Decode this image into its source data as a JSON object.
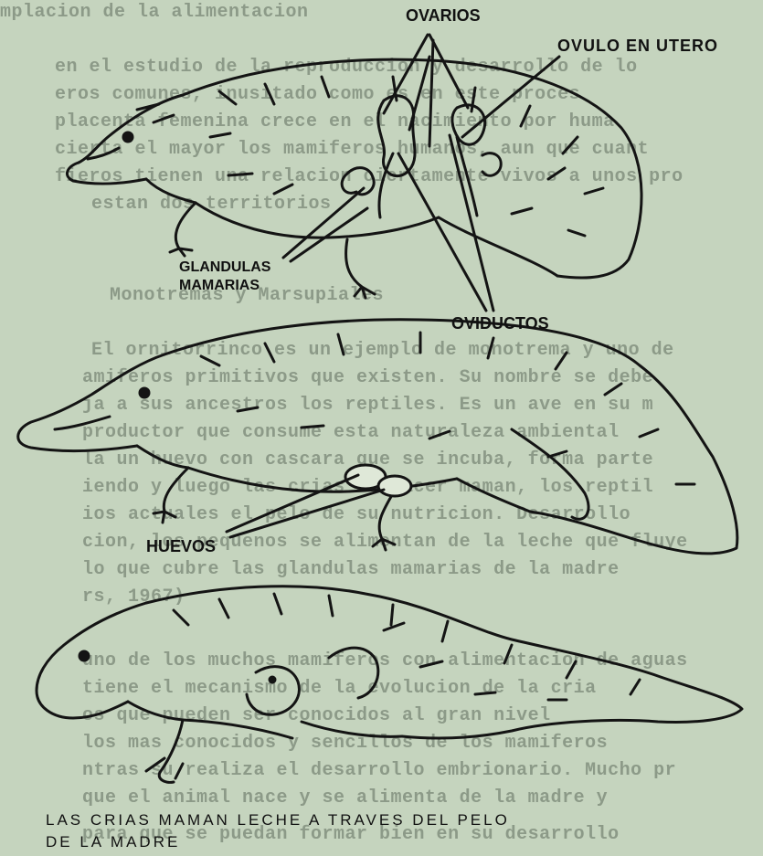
{
  "labels": {
    "ovarios": "OVARIOS",
    "ovulo_en_utero": "OVULO EN UTERO",
    "glandulas": "GLANDULAS",
    "mamarias": "MAMARIAS",
    "oviductos": "OVIDUCTOS",
    "huevos": "HUEVOS"
  },
  "caption": {
    "line1": "LAS CRIAS  MAMAN  LECHE  A  TRAVES  DEL  PELO",
    "line2": "DE  LA  MADRE"
  },
  "background_text": [
    "mplacion de la alimentacion",
    "en el estudio de la reproduccion y desarrollo de lo",
    "eros comunes, inusitado como es en este proces",
    "placenta femenina crece en el nacimiento por huma",
    "cierta el mayor los mamiferos humanos, aun que cuant",
    "fieros tienen una relacion ciertamente vivos a unos pro",
    "estan dos territorios",
    "Monotremas y Marsupiales",
    "El ornitorrinco es un ejemplo de monotrema y uno de",
    "amiferos primitivos que existen. Su nombre se debe",
    "ja a sus ancestros los reptiles. Es un ave en su m",
    "productor que consume esta naturaleza ambiental",
    "la un huevo con cascara que se incuba, forma parte",
    "iendo y luego las crias al nacer maman, los reptil",
    "ios actuales el pelo de su nutricion. Desarrollo",
    "cion, los pequenos se alimentan de la leche que fluye",
    "lo que cubre las glandulas mamarias de la madre",
    "rs, 1967)",
    "uno de los muchos mamiferos con alimentacion de aguas",
    "tiene el mecanismo de la evolucion de la cria",
    "os que pueden ser conocidos al gran nivel",
    "los mas conocidos y sencillos de los mamiferos",
    "ntras su realiza el desarrollo embrionario. Mucho pr",
    "que el animal nace y se alimenta de la madre y",
    "para que se puedan formar bien en su desarrollo"
  ]
}
